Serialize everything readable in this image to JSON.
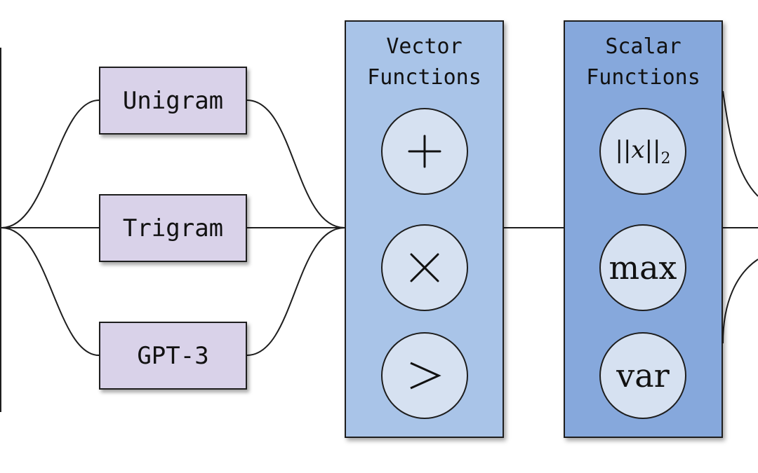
{
  "models": {
    "unigram": "Unigram",
    "trigram": "Trigram",
    "gpt3": "GPT-3"
  },
  "vector_panel": {
    "title_line1": "Vector",
    "title_line2": "Functions",
    "ops": [
      "plus-icon",
      "times-icon",
      "greater-than-icon"
    ]
  },
  "scalar_panel": {
    "title_line1": "Scalar",
    "title_line2": "Functions",
    "norm": "||x||",
    "norm_sub": "2",
    "max": "max",
    "var": "var"
  },
  "colors": {
    "model_fill": "#d9d2e9",
    "vector_fill": "#a9c4e8",
    "scalar_fill": "#86a8dc",
    "circle_fill": "#d6e1f1",
    "stroke": "#1e1e1e"
  }
}
